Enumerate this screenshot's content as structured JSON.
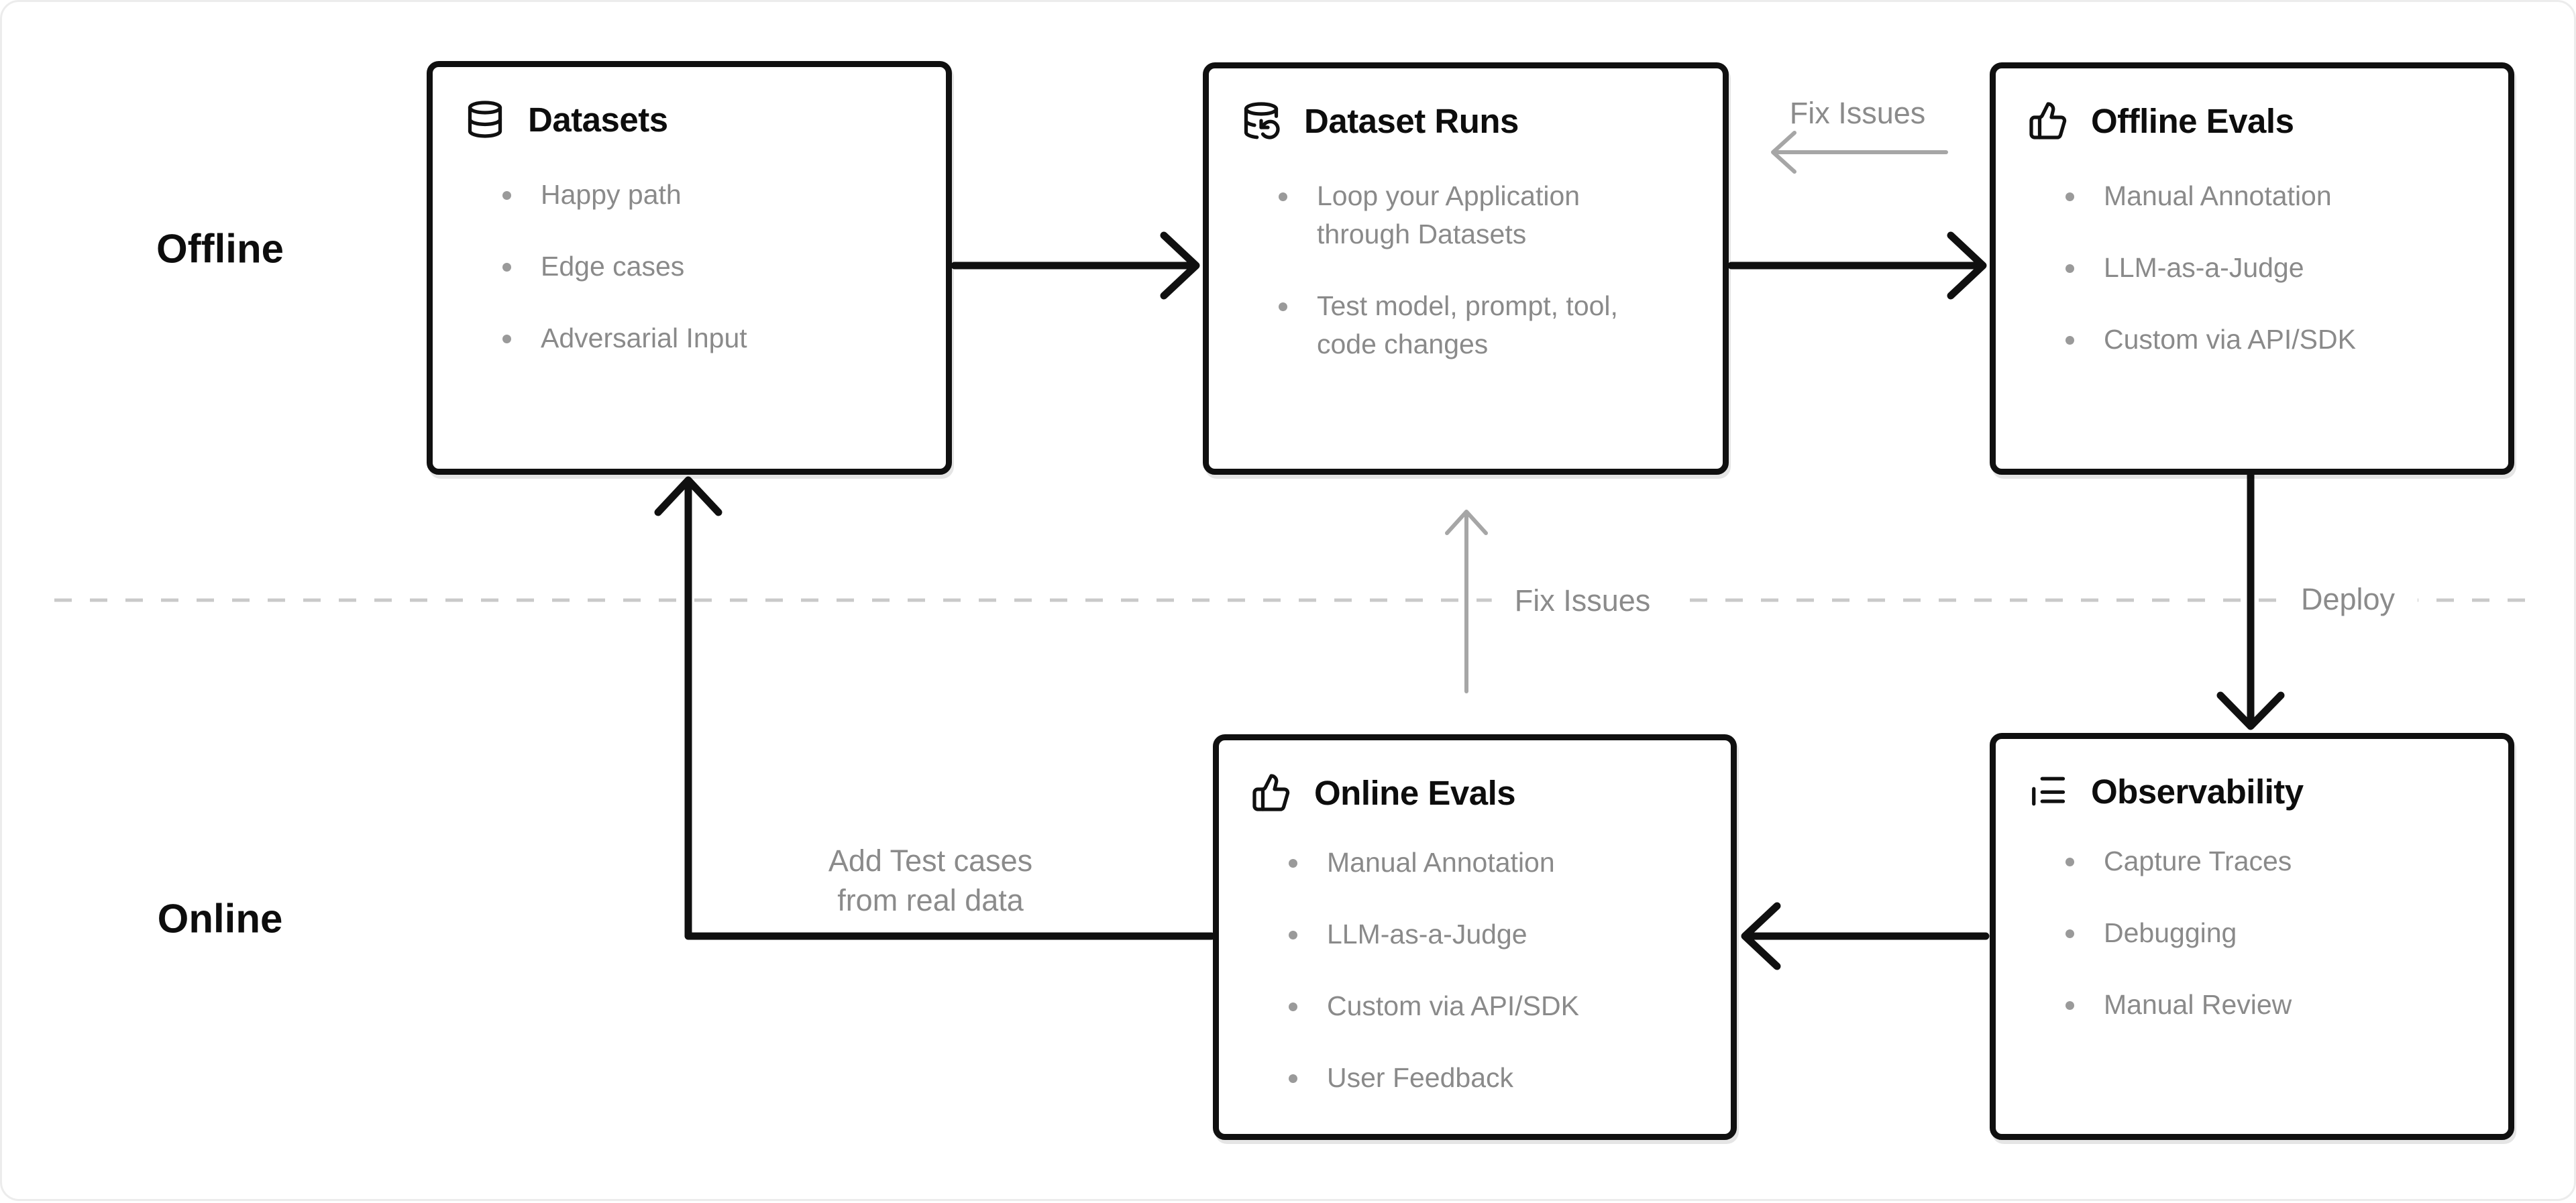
{
  "diagram": {
    "rows": {
      "offline": "Offline",
      "online": "Online"
    },
    "boxes": {
      "datasets": {
        "title": "Datasets",
        "icon": "database-icon",
        "items": [
          "Happy path",
          "Edge cases",
          "Adversarial Input"
        ]
      },
      "dataset_runs": {
        "title": "Dataset Runs",
        "icon": "database-refresh-icon",
        "items": [
          "Loop your Application\nthrough Datasets",
          "Test model, prompt, tool,\ncode changes"
        ]
      },
      "offline_evals": {
        "title": "Offline Evals",
        "icon": "thumbs-up-icon",
        "items": [
          "Manual Annotation",
          "LLM-as-a-Judge",
          "Custom via API/SDK"
        ]
      },
      "online_evals": {
        "title": "Online Evals",
        "icon": "thumbs-up-icon",
        "items": [
          "Manual Annotation",
          "LLM-as-a-Judge",
          "Custom via API/SDK",
          "User Feedback"
        ]
      },
      "observability": {
        "title": "Observability",
        "icon": "trace-list-icon",
        "items": [
          "Capture Traces",
          "Debugging",
          "Manual Review"
        ]
      }
    },
    "edge_labels": {
      "fix_issues_top": "Fix Issues",
      "fix_issues_mid": "Fix Issues",
      "deploy": "Deploy",
      "add_test_cases_line1": "Add Test cases",
      "add_test_cases_line2": "from real data"
    },
    "colors": {
      "black": "#101010",
      "gray_text": "#8a8a8a",
      "gray_arrow": "#a6a6a6",
      "dashed_line": "#c9c9c9",
      "background": "#ffffff",
      "border": "#ececec"
    }
  }
}
